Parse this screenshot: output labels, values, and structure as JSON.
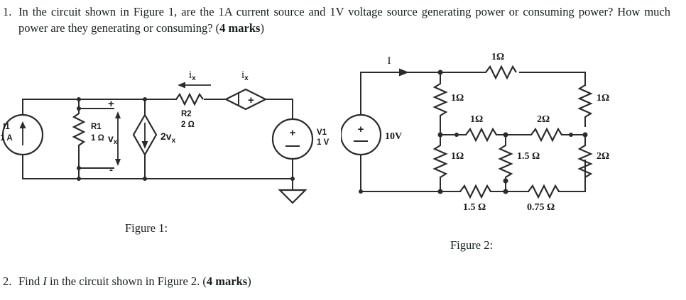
{
  "questions": [
    {
      "number": "1.",
      "text_part1": "In the circuit shown in Figure 1, are the 1A current source and 1V voltage source generating power or consuming power? How much power are they generating or consuming? (",
      "marks": "4 marks",
      "text_part2": ")"
    },
    {
      "number": "2.",
      "text_pre": "Find ",
      "symbol": "I",
      "text_mid": " in the circuit shown in Figure 2. (",
      "marks": "4 marks",
      "text_post": ")"
    }
  ],
  "captions": {
    "figure1": "Figure 1:",
    "figure2": "Figure 2:"
  },
  "figure1": {
    "sources": [
      {
        "name": "I1",
        "designator": "I1",
        "value": "1 A",
        "type": "independent-current-source"
      },
      {
        "name": "V1",
        "designator": "V1",
        "value": "1 V",
        "type": "independent-voltage-source"
      },
      {
        "name": "dependent-current-source",
        "label": "2v",
        "label_sub": "x",
        "type": "dependent-current-source"
      },
      {
        "name": "dependent-voltage-source",
        "label": "i",
        "label_sub": "x",
        "type": "dependent-voltage-source",
        "polarity_left": "|",
        "polarity_right": "+"
      }
    ],
    "resistors": [
      {
        "designator": "R1",
        "value": "1 Ω"
      },
      {
        "designator": "R2",
        "value": "2 Ω"
      }
    ],
    "annotations": [
      {
        "name": "vx-label",
        "label": "v",
        "sub": "x",
        "plus": "+",
        "minus": "-"
      },
      {
        "name": "ix-label-resistor",
        "label": "i",
        "sub": "x"
      },
      {
        "name": "ix-label-source",
        "label": "i",
        "sub": "x"
      }
    ],
    "ground": "ground-symbol"
  },
  "figure2": {
    "source": {
      "value": "10V",
      "type": "independent-voltage-source",
      "plus": "+",
      "minus": "−"
    },
    "current_label": "I",
    "resistors": [
      {
        "name": "r-top-middle",
        "value": "1Ω"
      },
      {
        "name": "r-left-upper",
        "value": "1Ω"
      },
      {
        "name": "r-left-lower",
        "value": "1Ω"
      },
      {
        "name": "r-mid-left",
        "value": "1Ω"
      },
      {
        "name": "r-mid-right",
        "value": "2Ω"
      },
      {
        "name": "r-right-upper",
        "value": "1Ω"
      },
      {
        "name": "r-right-lower",
        "value": "2Ω"
      },
      {
        "name": "r-center-vertical",
        "value": "1.5 Ω"
      },
      {
        "name": "r-bottom-left",
        "value": "1.5 Ω"
      },
      {
        "name": "r-bottom-right",
        "value": "0.75 Ω"
      }
    ]
  },
  "colors": {
    "ink": "#2b2b2b",
    "text": "#17211c",
    "background": "#ffffff"
  }
}
